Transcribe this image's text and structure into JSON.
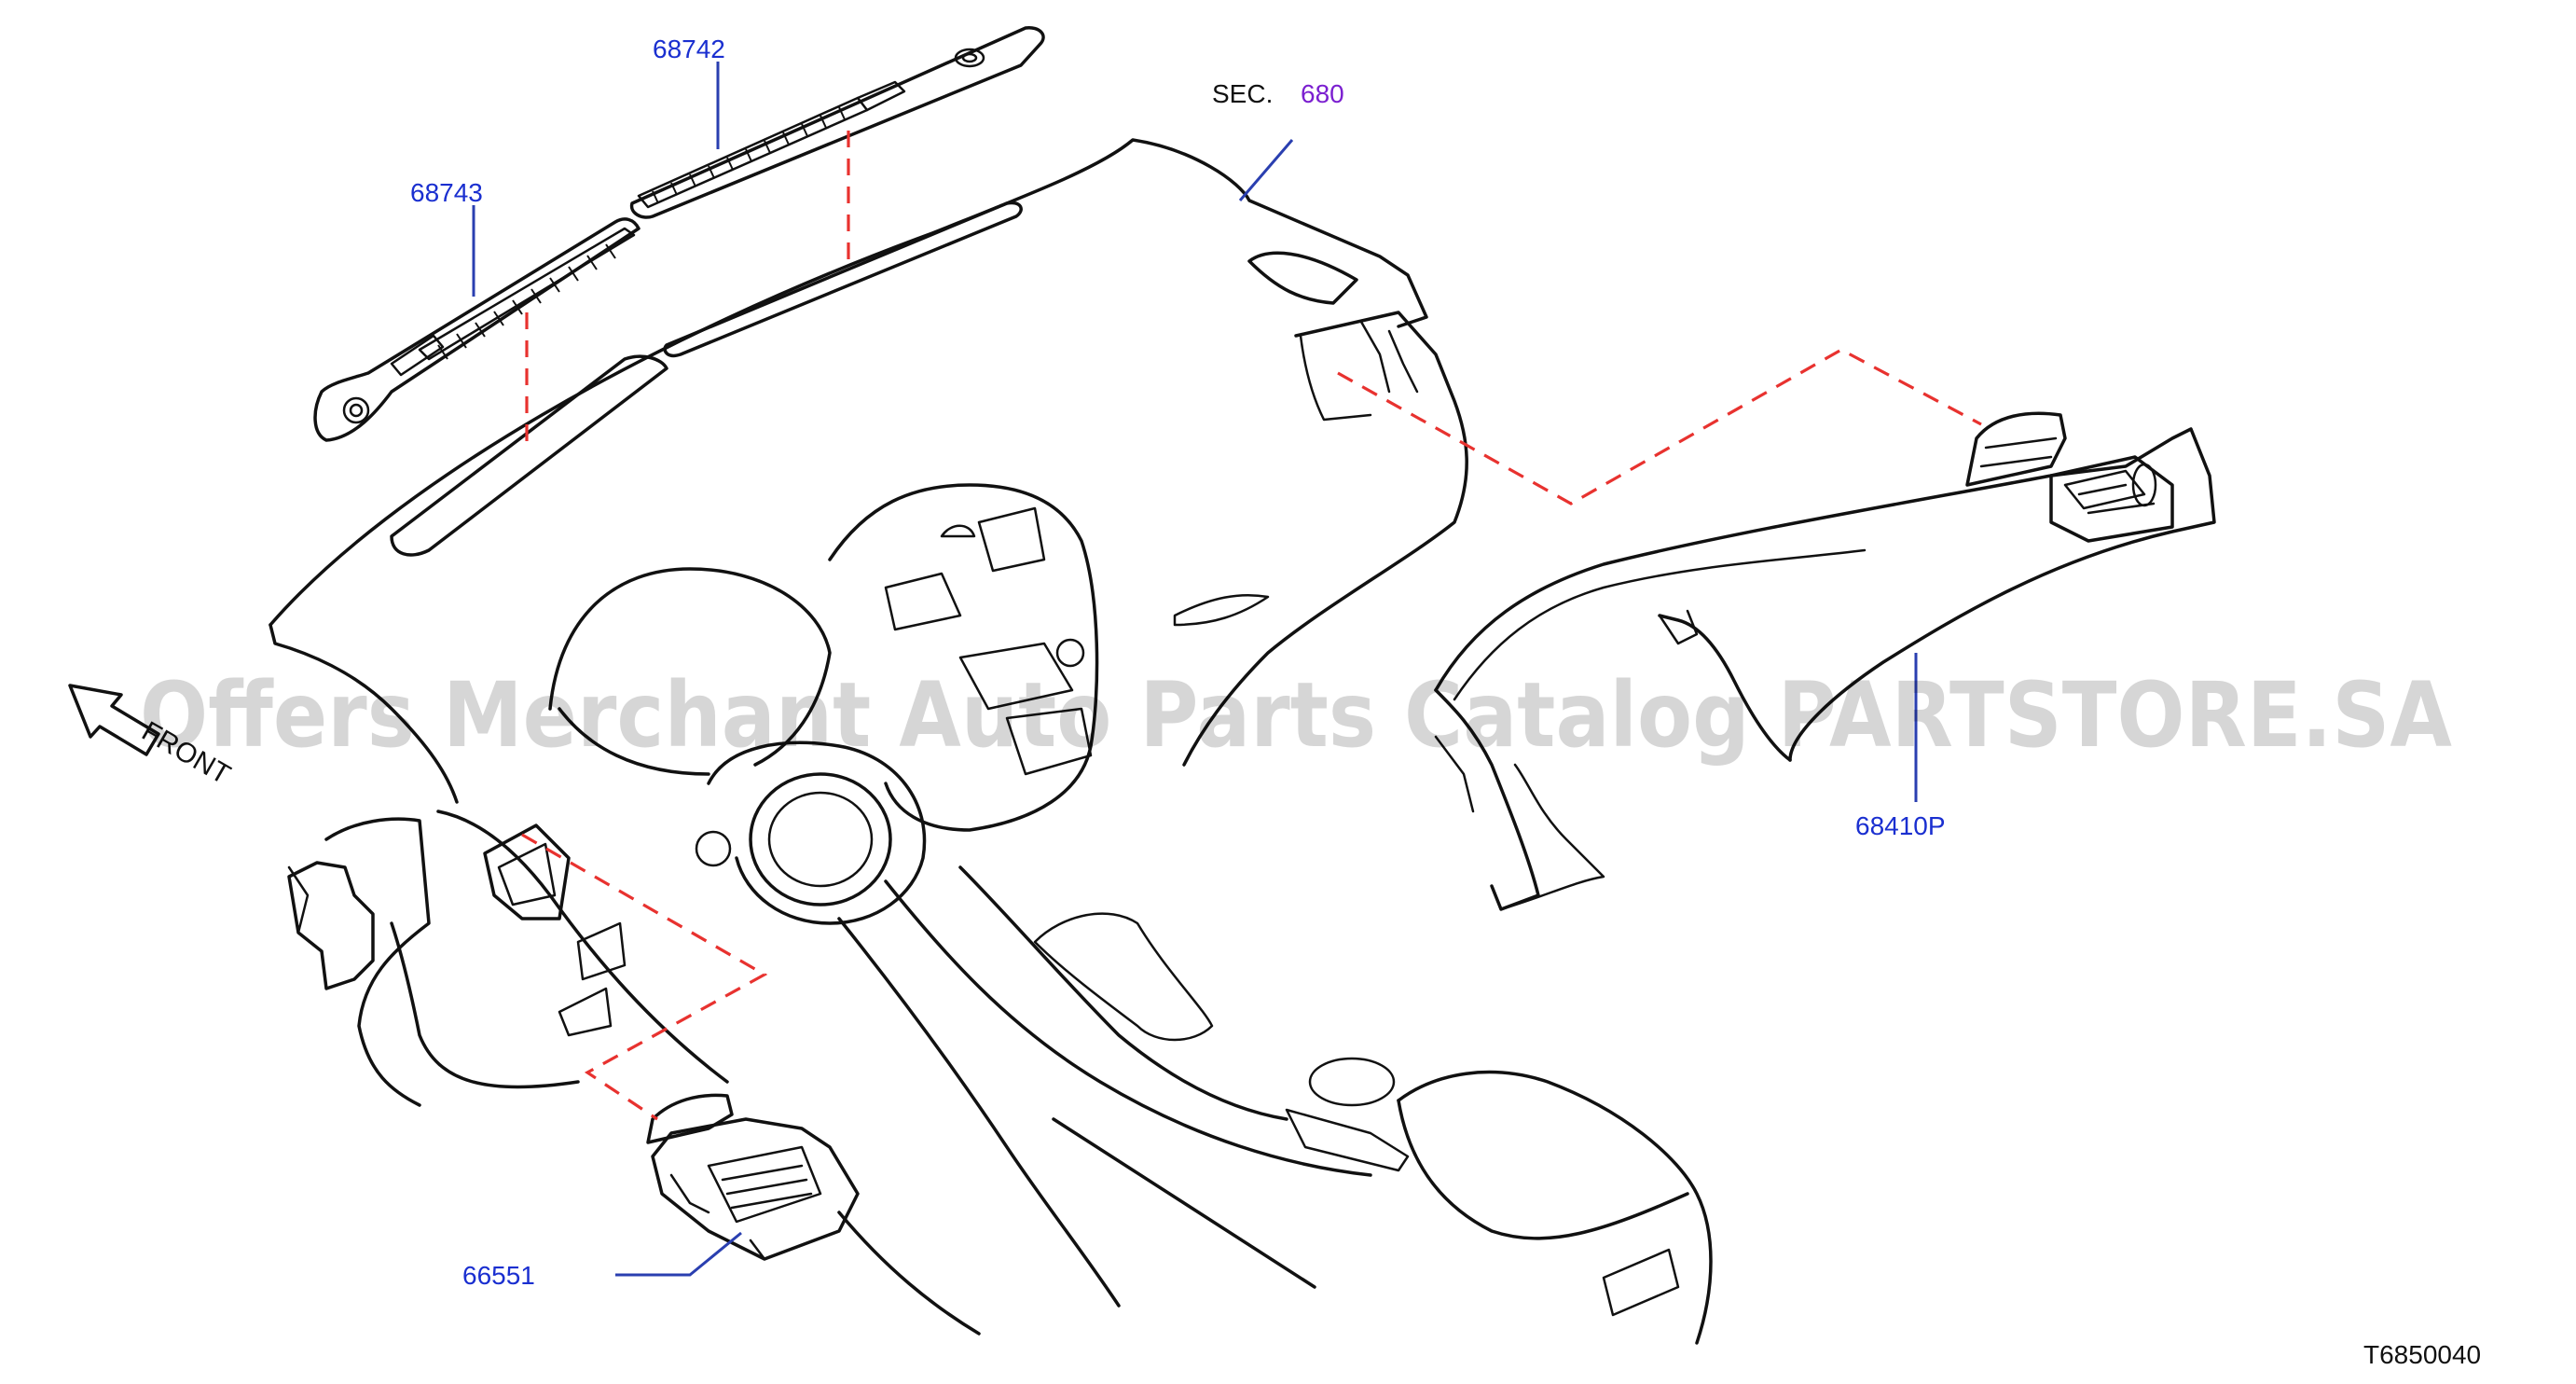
{
  "labels": {
    "part_68742": "68742",
    "part_68743": "68743",
    "sec_prefix": "SEC.",
    "sec_number": "680",
    "part_68410P": "68410P",
    "part_66551": "66551",
    "front": "FRONT",
    "diagram_code": "T6850040"
  },
  "watermark": "Offers Merchant Auto Parts Catalog PARTSTORE.SA",
  "colors": {
    "part_number": "#1a2fd0",
    "section_ref": "#7b1fd0",
    "guide_dash": "#e8322f",
    "leader": "#2a3fb0"
  }
}
